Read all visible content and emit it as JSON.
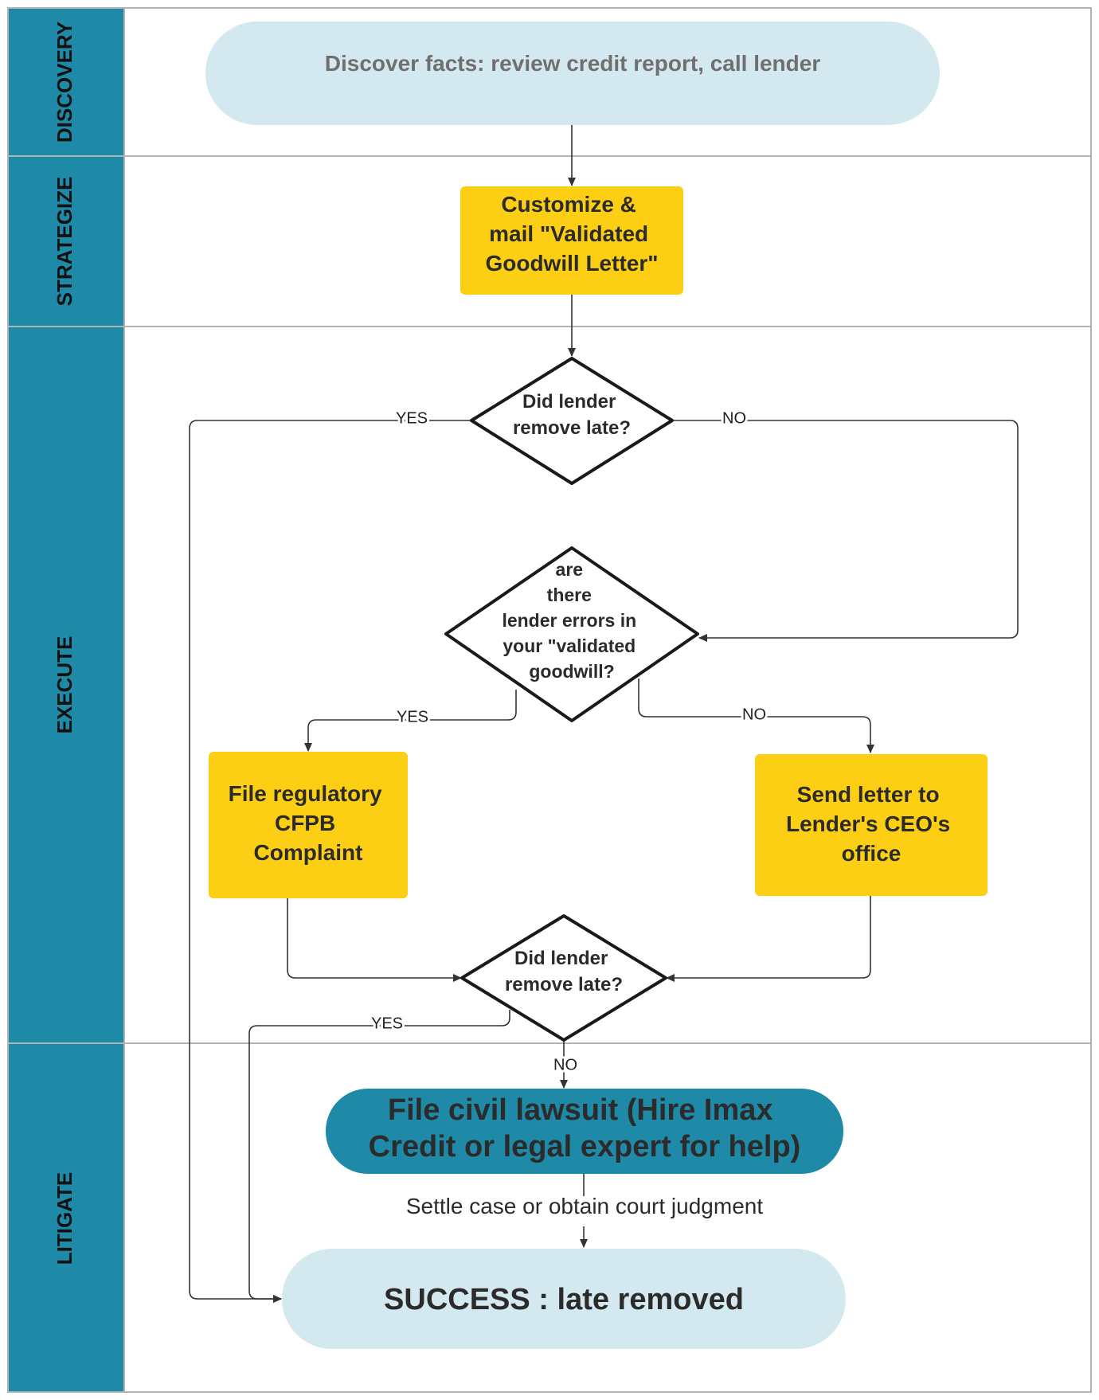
{
  "colors": {
    "lane_header": "#1e8aa8",
    "lane_border": "#b3b3b3",
    "terminal_light": "#d4e9ef",
    "process_yellow": "#fccf14",
    "terminal_teal": "#1e8aa8",
    "decision_fill": "#ffffff",
    "decision_stroke": "#1a1a1a",
    "connector": "#333333",
    "text_gray": "#6f6f6f",
    "text_dark": "#2b2b2b"
  },
  "lanes": [
    {
      "label": "DISCOVERY"
    },
    {
      "label": "STRATEGIZE"
    },
    {
      "label": "EXECUTE"
    },
    {
      "label": "LITIGATE"
    }
  ],
  "nodes": {
    "discover": {
      "shape": "terminal",
      "lines": [
        "Discover facts: review credit report, call lender"
      ]
    },
    "customize": {
      "shape": "process",
      "lines": [
        "Customize &",
        "mail \"Validated",
        "Goodwill Letter\""
      ]
    },
    "decision_1": {
      "shape": "decision",
      "lines": [
        "Did lender",
        "remove late?"
      ]
    },
    "decision_2": {
      "shape": "decision",
      "lines": [
        "are",
        "there",
        "lender errors in",
        "your \"validated",
        "goodwill?"
      ]
    },
    "cfpb": {
      "shape": "process",
      "lines": [
        "File regulatory",
        "CFPB",
        "Complaint"
      ]
    },
    "ceo_letter": {
      "shape": "process",
      "lines": [
        "Send letter to",
        "Lender's CEO's",
        "office"
      ]
    },
    "decision_3": {
      "shape": "decision",
      "lines": [
        "Did lender",
        "remove late?"
      ]
    },
    "lawsuit": {
      "shape": "terminal",
      "lines": [
        "File civil lawsuit (Hire Imax",
        "Credit or legal expert for help)"
      ]
    },
    "settle_note": {
      "shape": "text",
      "lines": [
        "Settle case or obtain court judgment"
      ]
    },
    "success": {
      "shape": "terminal",
      "lines": [
        "SUCCESS : late removed"
      ]
    }
  },
  "connector_labels": {
    "d1_yes": "YES",
    "d1_no": "NO",
    "d2_yes": "YES",
    "d2_no": "NO",
    "d3_yes": "YES",
    "d3_no": "NO"
  }
}
